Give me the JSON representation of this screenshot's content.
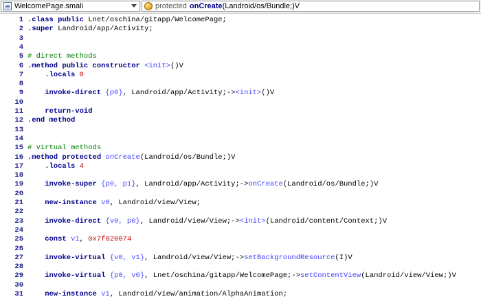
{
  "toolbar": {
    "file_combo": "WelcomePage.smali",
    "method_combo": {
      "modifier": "protected",
      "name": "onCreate",
      "signature": "(Landroid/os/Bundle;)V"
    }
  },
  "lines": [
    {
      "n": "1",
      "segs": [
        {
          "t": ".class public ",
          "c": "kw"
        },
        {
          "t": "Lnet/oschina/gitapp/WelcomePage;",
          "c": "ty"
        }
      ]
    },
    {
      "n": "2",
      "segs": [
        {
          "t": ".super ",
          "c": "kw"
        },
        {
          "t": "Landroid/app/Activity;",
          "c": "ty"
        }
      ]
    },
    {
      "n": "3",
      "segs": []
    },
    {
      "n": "4",
      "segs": []
    },
    {
      "n": "5",
      "segs": [
        {
          "t": "# direct methods",
          "c": "cm"
        }
      ]
    },
    {
      "n": "6",
      "segs": [
        {
          "t": ".method public constructor ",
          "c": "kw"
        },
        {
          "t": "<init>",
          "c": "fn"
        },
        {
          "t": "()V",
          "c": "ty"
        }
      ]
    },
    {
      "n": "7",
      "segs": [
        {
          "t": "    .locals ",
          "c": "kw"
        },
        {
          "t": "0",
          "c": "nm"
        }
      ]
    },
    {
      "n": "8",
      "segs": []
    },
    {
      "n": "9",
      "segs": [
        {
          "t": "    invoke-direct ",
          "c": "kw"
        },
        {
          "t": "{p0}",
          "c": "pr"
        },
        {
          "t": ", Landroid/app/Activity;->",
          "c": "ty"
        },
        {
          "t": "<init>",
          "c": "fn"
        },
        {
          "t": "()V",
          "c": "ty"
        }
      ]
    },
    {
      "n": "10",
      "segs": []
    },
    {
      "n": "11",
      "segs": [
        {
          "t": "    return-void",
          "c": "kw"
        }
      ]
    },
    {
      "n": "12",
      "segs": [
        {
          "t": ".end method",
          "c": "kw"
        }
      ]
    },
    {
      "n": "13",
      "segs": []
    },
    {
      "n": "14",
      "segs": []
    },
    {
      "n": "15",
      "segs": [
        {
          "t": "# virtual methods",
          "c": "cm"
        }
      ]
    },
    {
      "n": "16",
      "segs": [
        {
          "t": ".method protected ",
          "c": "kw"
        },
        {
          "t": "onCreate",
          "c": "fn"
        },
        {
          "t": "(Landroid/os/Bundle;)V",
          "c": "ty"
        }
      ]
    },
    {
      "n": "17",
      "segs": [
        {
          "t": "    .locals ",
          "c": "kw"
        },
        {
          "t": "4",
          "c": "nm"
        }
      ]
    },
    {
      "n": "18",
      "segs": []
    },
    {
      "n": "19",
      "segs": [
        {
          "t": "    invoke-super ",
          "c": "kw"
        },
        {
          "t": "{p0, p1}",
          "c": "pr"
        },
        {
          "t": ", Landroid/app/Activity;->",
          "c": "ty"
        },
        {
          "t": "onCreate",
          "c": "fn"
        },
        {
          "t": "(Landroid/os/Bundle;)V",
          "c": "ty"
        }
      ]
    },
    {
      "n": "20",
      "segs": []
    },
    {
      "n": "21",
      "segs": [
        {
          "t": "    new-instance ",
          "c": "kw"
        },
        {
          "t": "v0",
          "c": "pr"
        },
        {
          "t": ", Landroid/view/View;",
          "c": "ty"
        }
      ]
    },
    {
      "n": "22",
      "segs": []
    },
    {
      "n": "23",
      "segs": [
        {
          "t": "    invoke-direct ",
          "c": "kw"
        },
        {
          "t": "{v0, p0}",
          "c": "pr"
        },
        {
          "t": ", Landroid/view/View;->",
          "c": "ty"
        },
        {
          "t": "<init>",
          "c": "fn"
        },
        {
          "t": "(Landroid/content/Context;)V",
          "c": "ty"
        }
      ]
    },
    {
      "n": "24",
      "segs": []
    },
    {
      "n": "25",
      "segs": [
        {
          "t": "    const ",
          "c": "kw"
        },
        {
          "t": "v1",
          "c": "pr"
        },
        {
          "t": ", ",
          "c": "ty"
        },
        {
          "t": "0x7f020074",
          "c": "nm"
        }
      ]
    },
    {
      "n": "26",
      "segs": []
    },
    {
      "n": "27",
      "segs": [
        {
          "t": "    invoke-virtual ",
          "c": "kw"
        },
        {
          "t": "{v0, v1}",
          "c": "pr"
        },
        {
          "t": ", Landroid/view/View;->",
          "c": "ty"
        },
        {
          "t": "setBackgroundResource",
          "c": "fn"
        },
        {
          "t": "(I)V",
          "c": "ty"
        }
      ]
    },
    {
      "n": "28",
      "segs": []
    },
    {
      "n": "29",
      "segs": [
        {
          "t": "    invoke-virtual ",
          "c": "kw"
        },
        {
          "t": "{p0, v0}",
          "c": "pr"
        },
        {
          "t": ", Lnet/oschina/gitapp/WelcomePage;->",
          "c": "ty"
        },
        {
          "t": "setContentView",
          "c": "fn"
        },
        {
          "t": "(Landroid/view/View;)V",
          "c": "ty"
        }
      ]
    },
    {
      "n": "30",
      "segs": []
    },
    {
      "n": "31",
      "segs": [
        {
          "t": "    new-instance ",
          "c": "kw"
        },
        {
          "t": "v1",
          "c": "pr"
        },
        {
          "t": ", Landroid/view/animation/AlphaAnimation;",
          "c": "ty"
        }
      ]
    }
  ]
}
